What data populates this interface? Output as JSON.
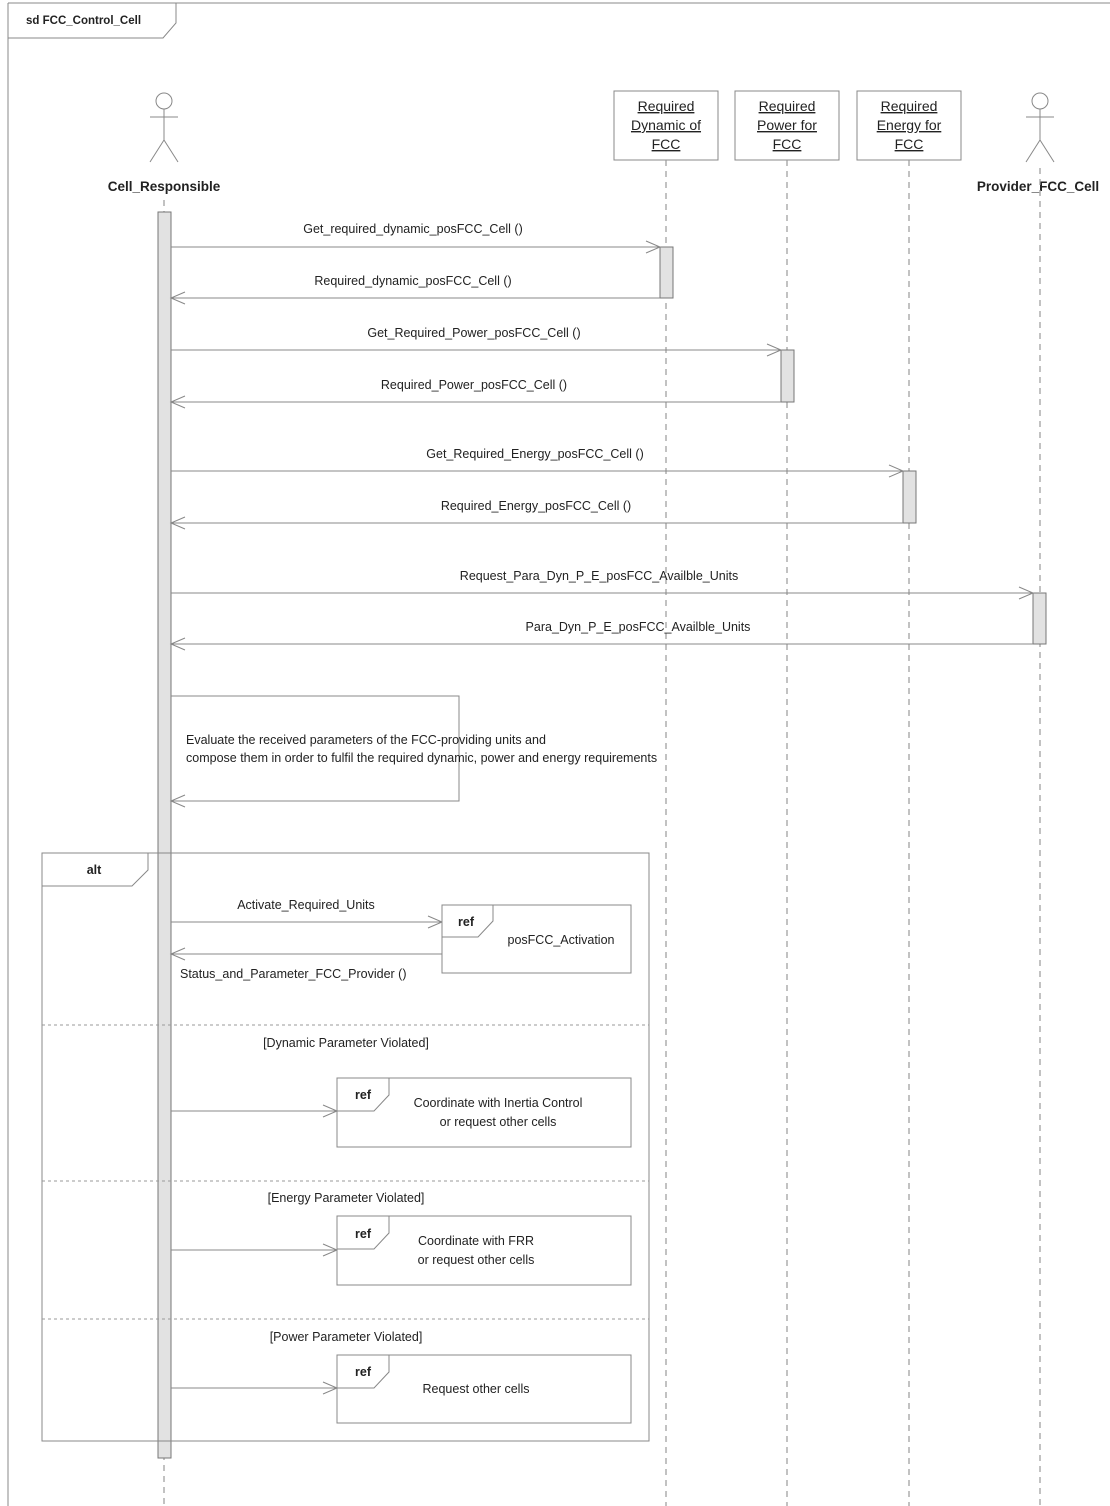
{
  "frame": {
    "title": "sd FCC_Control_Cell"
  },
  "actors": [
    {
      "id": "cell",
      "name": "Cell_Responsible"
    },
    {
      "id": "provider",
      "name": "Provider_FCC_Cell"
    }
  ],
  "objects": [
    {
      "id": "dyn",
      "lines": [
        "Required",
        "Dynamic of",
        "FCC"
      ]
    },
    {
      "id": "pow",
      "lines": [
        "Required",
        "Power for",
        "FCC"
      ]
    },
    {
      "id": "ene",
      "lines": [
        "Required",
        "Energy for",
        "FCC"
      ]
    }
  ],
  "messages": [
    "Get_required_dynamic_posFCC_Cell ()",
    "Required_dynamic_posFCC_Cell  ()",
    "Get_Required_Power_posFCC_Cell ()",
    "Required_Power_posFCC_Cell ()",
    "Get_Required_Energy_posFCC_Cell ()",
    "Required_Energy_posFCC_Cell ()",
    "Request_Para_Dyn_P_E_posFCC_Availble_Units",
    "Para_Dyn_P_E_posFCC_Availble_Units"
  ],
  "self_message": [
    "Evaluate the received parameters of the FCC-providing units and",
    "compose them in order to fulfil the required dynamic, power and energy requirements"
  ],
  "alt": {
    "label": "alt",
    "operands": [
      {
        "guard": "",
        "call": "Activate_Required_Units",
        "reply": "Status_and_Parameter_FCC_Provider ()",
        "ref_tag": "ref",
        "ref_lines": [
          "posFCC_Activation"
        ]
      },
      {
        "guard": "[Dynamic Parameter Violated]",
        "ref_tag": "ref",
        "ref_lines": [
          "Coordinate with Inertia Control",
          "or request other cells"
        ]
      },
      {
        "guard": "[Energy Parameter Violated]",
        "ref_tag": "ref",
        "ref_lines": [
          "Coordinate with FRR",
          "or request other cells"
        ]
      },
      {
        "guard": "[Power Parameter Violated]",
        "ref_tag": "ref",
        "ref_lines": [
          "Request other cells"
        ]
      }
    ]
  }
}
